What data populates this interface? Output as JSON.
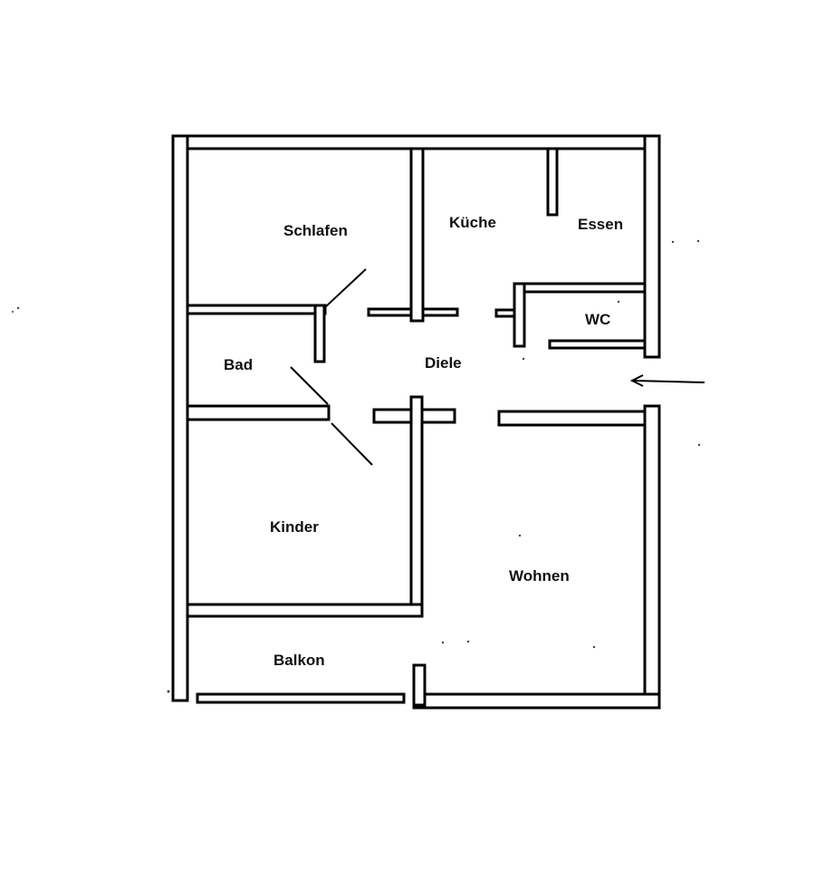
{
  "plan": {
    "rooms": [
      {
        "id": "schlafen",
        "label": "Schlafen"
      },
      {
        "id": "kueche",
        "label": "Küche"
      },
      {
        "id": "essen",
        "label": "Essen"
      },
      {
        "id": "wc",
        "label": "WC"
      },
      {
        "id": "bad",
        "label": "Bad"
      },
      {
        "id": "diele",
        "label": "Diele"
      },
      {
        "id": "kinder",
        "label": "Kinder"
      },
      {
        "id": "wohnen",
        "label": "Wohnen"
      },
      {
        "id": "balkon",
        "label": "Balkon"
      }
    ],
    "entrance_arrow": "arrow-left-icon"
  }
}
